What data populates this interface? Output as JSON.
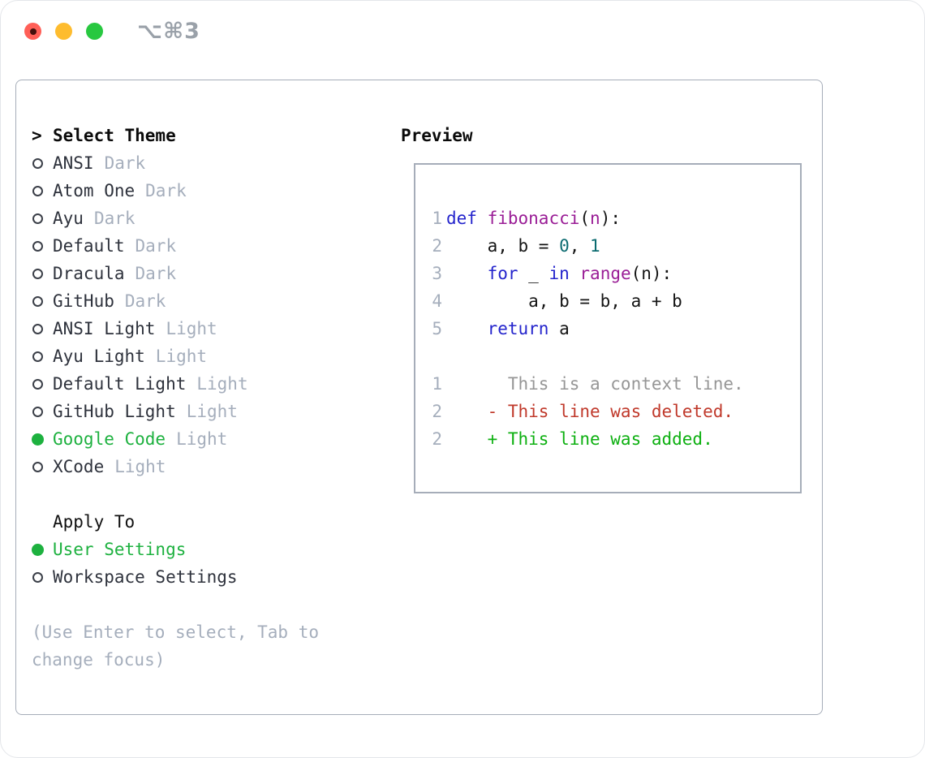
{
  "window": {
    "title": "⌥⌘3",
    "traffic_lights": [
      "close",
      "minimize",
      "zoom"
    ]
  },
  "colors": {
    "accent_green": "#1db13f",
    "keyword": "#2424cc",
    "function": "#9a1d96",
    "number_literal": "#0b6b70",
    "diff_deleted": "#c0392b",
    "diff_added": "#0db011",
    "diff_context": "#969696",
    "muted": "#a5aebc",
    "text_dark": "#2e323c",
    "border": "#a6adb9",
    "traffic_red": "#ff5f57",
    "traffic_yellow": "#febc2e",
    "traffic_green": "#28c840",
    "title_gray": "#9aa1a9"
  },
  "theme_list": {
    "cursor": ">",
    "header": "Select Theme",
    "items": [
      {
        "name": "ANSI",
        "variant": "Dark",
        "selected": false
      },
      {
        "name": "Atom One",
        "variant": "Dark",
        "selected": false
      },
      {
        "name": "Ayu",
        "variant": "Dark",
        "selected": false
      },
      {
        "name": "Default",
        "variant": "Dark",
        "selected": false
      },
      {
        "name": "Dracula",
        "variant": "Dark",
        "selected": false
      },
      {
        "name": "GitHub",
        "variant": "Dark",
        "selected": false
      },
      {
        "name": "ANSI Light",
        "variant": "Light",
        "selected": false
      },
      {
        "name": "Ayu Light",
        "variant": "Light",
        "selected": false
      },
      {
        "name": "Default Light",
        "variant": "Light",
        "selected": false
      },
      {
        "name": "GitHub Light",
        "variant": "Light",
        "selected": false
      },
      {
        "name": "Google Code",
        "variant": "Light",
        "selected": true
      },
      {
        "name": "XCode",
        "variant": "Light",
        "selected": false
      }
    ]
  },
  "apply_to": {
    "header": "Apply To",
    "options": [
      {
        "label": "User Settings",
        "selected": true
      },
      {
        "label": "Workspace Settings",
        "selected": false
      }
    ]
  },
  "help_lines": [
    "(Use Enter to select, Tab to",
    "change focus)"
  ],
  "preview": {
    "title": "Preview",
    "code_lines": [
      {
        "num": "1",
        "tokens": [
          {
            "t": "def",
            "c": "keyword"
          },
          {
            "t": " ",
            "c": "plain"
          },
          {
            "t": "fibonacci",
            "c": "function"
          },
          {
            "t": "(",
            "c": "plain"
          },
          {
            "t": "n",
            "c": "function"
          },
          {
            "t": "):",
            "c": "plain"
          }
        ]
      },
      {
        "num": "2",
        "tokens": [
          {
            "t": "    a, b = ",
            "c": "plain"
          },
          {
            "t": "0",
            "c": "number"
          },
          {
            "t": ", ",
            "c": "plain"
          },
          {
            "t": "1",
            "c": "number"
          }
        ]
      },
      {
        "num": "3",
        "tokens": [
          {
            "t": "    ",
            "c": "plain"
          },
          {
            "t": "for",
            "c": "keyword"
          },
          {
            "t": " _ ",
            "c": "plain"
          },
          {
            "t": "in",
            "c": "keyword"
          },
          {
            "t": " ",
            "c": "plain"
          },
          {
            "t": "range",
            "c": "function"
          },
          {
            "t": "(n):",
            "c": "plain"
          }
        ]
      },
      {
        "num": "4",
        "tokens": [
          {
            "t": "        a, b = b, a + b",
            "c": "plain"
          }
        ]
      },
      {
        "num": "5",
        "tokens": [
          {
            "t": "    ",
            "c": "plain"
          },
          {
            "t": "return",
            "c": "keyword"
          },
          {
            "t": " a",
            "c": "plain"
          }
        ]
      }
    ],
    "diff_lines": [
      {
        "num": "1",
        "text": "      This is a context line.",
        "type": "context"
      },
      {
        "num": "2",
        "text": "    - This line was deleted.",
        "type": "deleted"
      },
      {
        "num": "2",
        "text": "    + This line was added.",
        "type": "added"
      }
    ]
  }
}
